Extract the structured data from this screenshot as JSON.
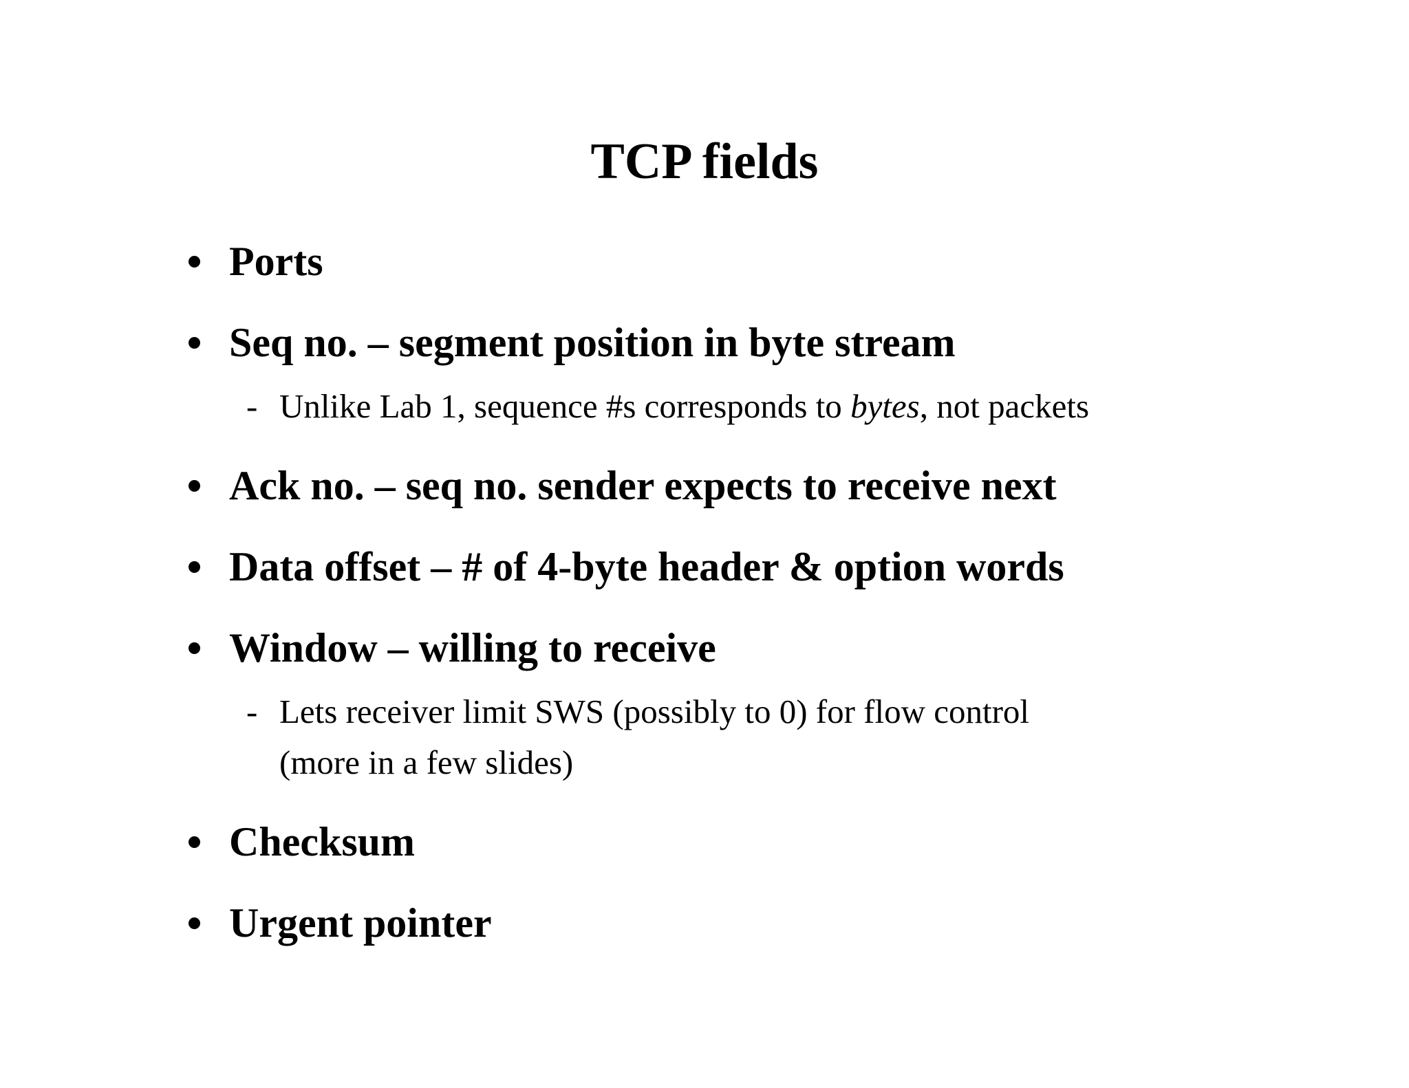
{
  "slide": {
    "title": "TCP fields",
    "bullets": {
      "ports": "Ports",
      "seq": "Seq no. – segment position in byte stream",
      "seq_sub_pre": "Unlike Lab 1, sequence #s corresponds to ",
      "seq_sub_em": "bytes",
      "seq_sub_post": ", not packets",
      "ack": "Ack no. – seq no. sender expects to receive next",
      "offset": "Data offset – # of 4-byte header & option words",
      "window": "Window – willing to receive",
      "window_sub_line1": "Lets receiver limit SWS (possibly to 0) for flow control",
      "window_sub_line2": "(more in a few slides)",
      "checksum": "Checksum",
      "urgent": "Urgent pointer"
    },
    "dash": "-"
  }
}
